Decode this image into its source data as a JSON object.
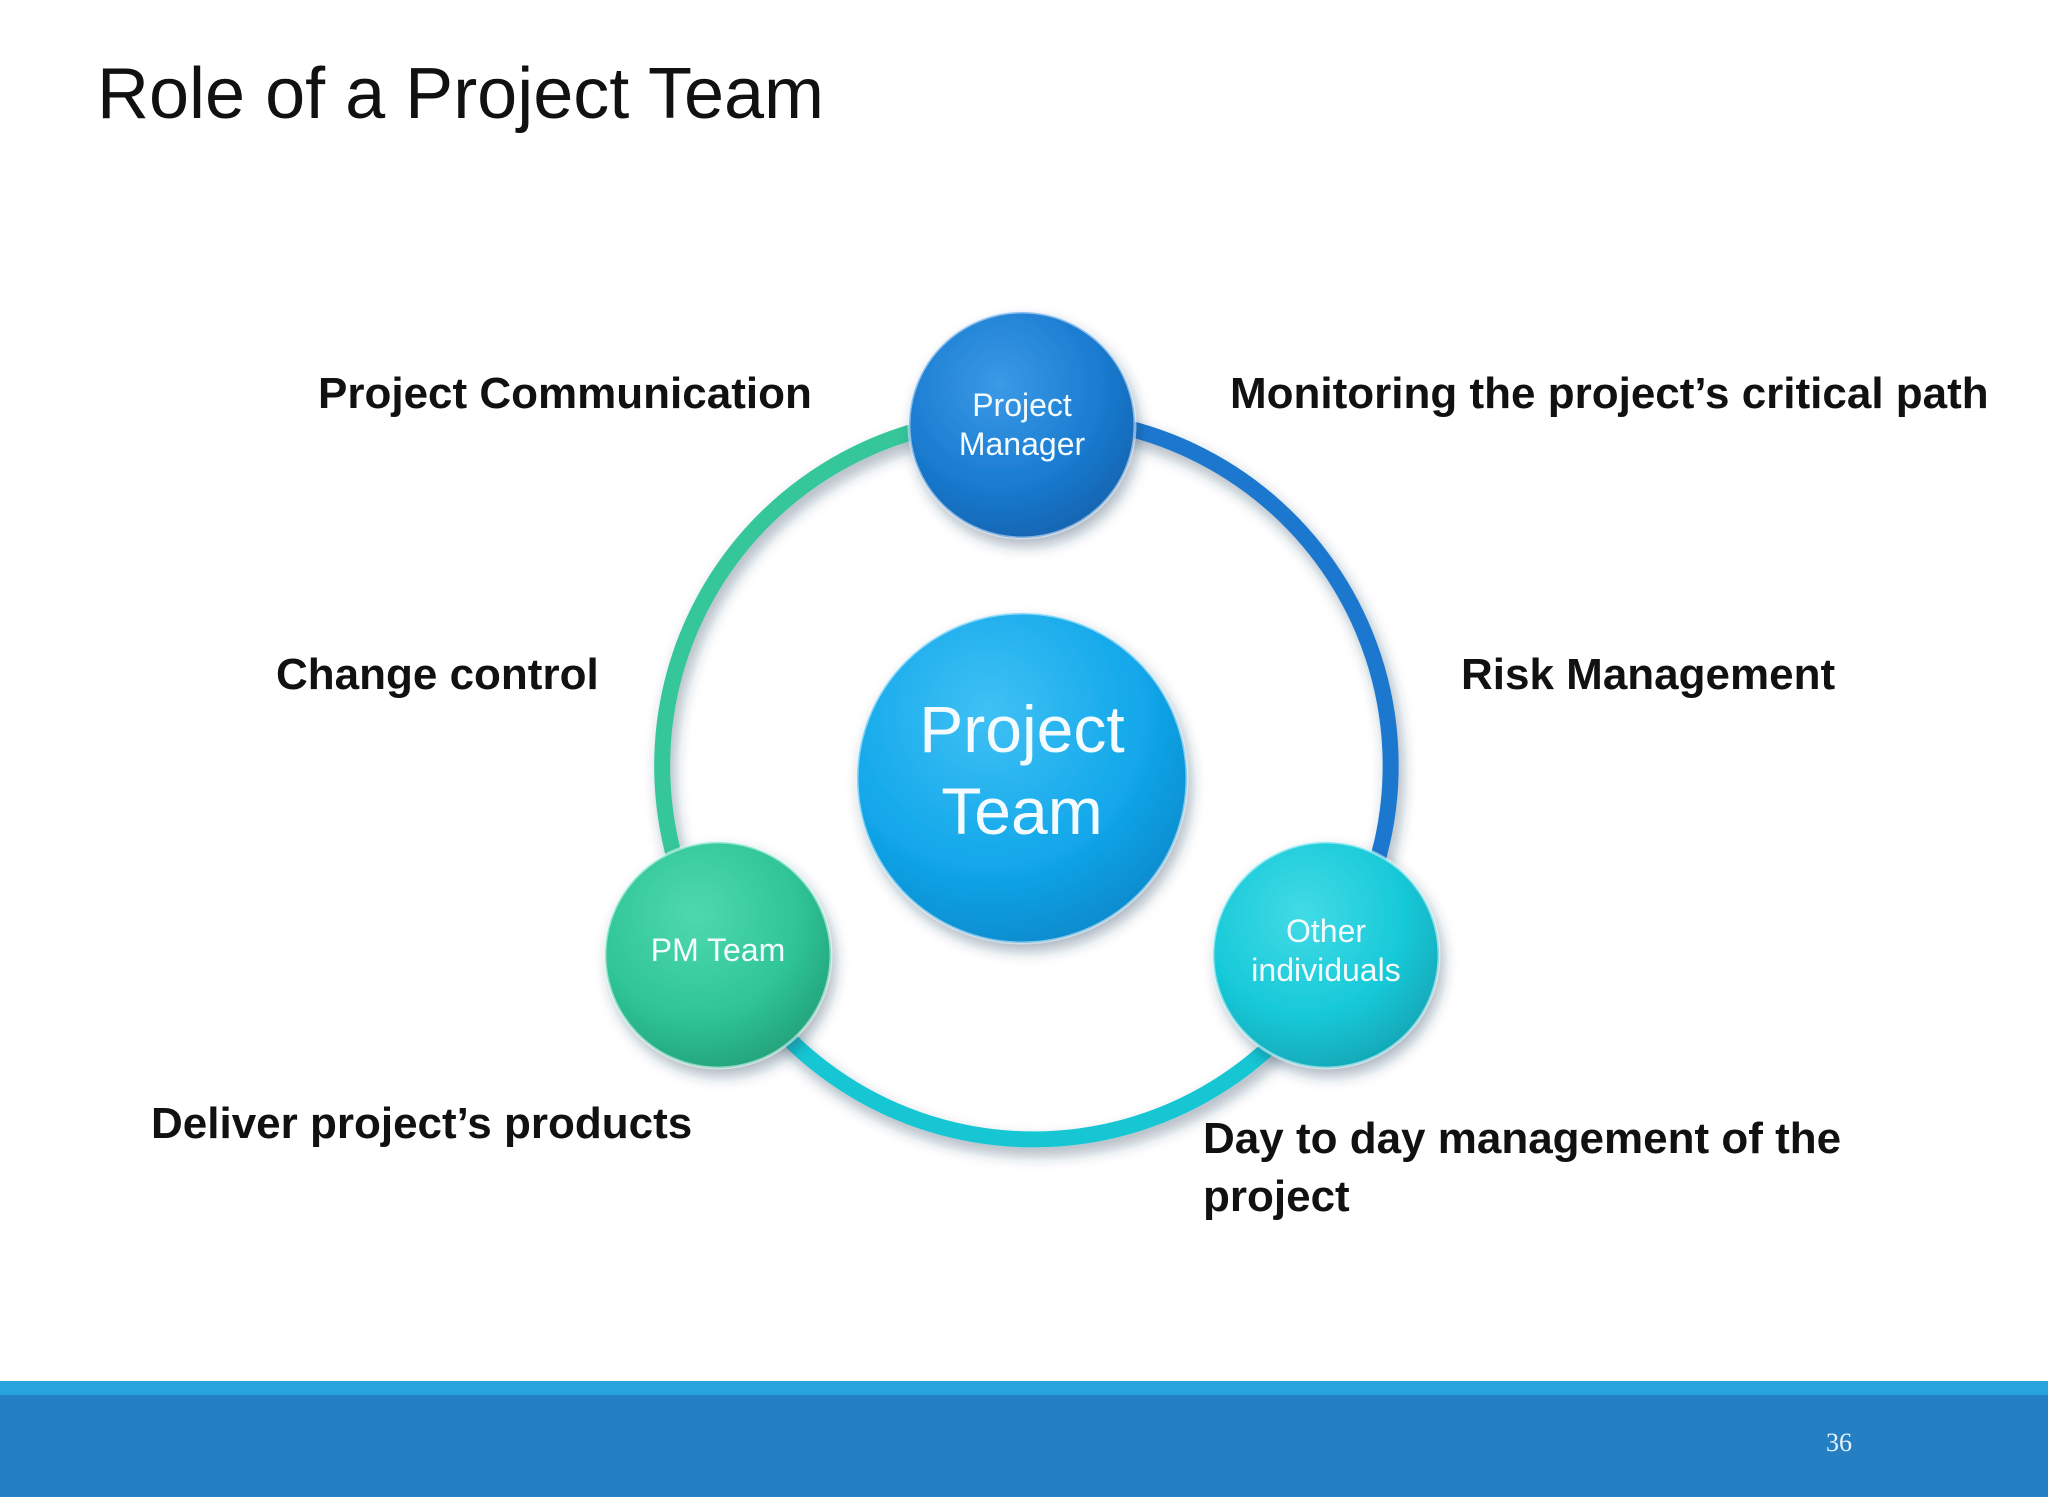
{
  "slide": {
    "title": "Role of a Project Team",
    "page_number": "36"
  },
  "diagram": {
    "center": {
      "lines": [
        "Project",
        "Team"
      ]
    },
    "nodes": [
      {
        "id": "project-manager",
        "lines": [
          "Project",
          "Manager"
        ]
      },
      {
        "id": "pm-team",
        "lines": [
          "PM Team"
        ]
      },
      {
        "id": "other-individuals",
        "lines": [
          "Other",
          "individuals"
        ]
      }
    ],
    "colors": {
      "project_manager": "#1a7bd0",
      "pm_team": "#2fc596",
      "other_individuals": "#17c9d8",
      "center": "#12a7ea",
      "ring_left": "#35c69a",
      "ring_right": "#1d78cf",
      "ring_bottom": "#19c6d3"
    }
  },
  "labels": {
    "project_communication": "Project Communication",
    "monitoring_critical_path": "Monitoring the project’s critical path",
    "change_control": "Change control",
    "risk_management": "Risk Management",
    "deliver_products": "Deliver project’s products",
    "day_to_day_line1": "Day to day management of the",
    "day_to_day_line2": "project"
  }
}
